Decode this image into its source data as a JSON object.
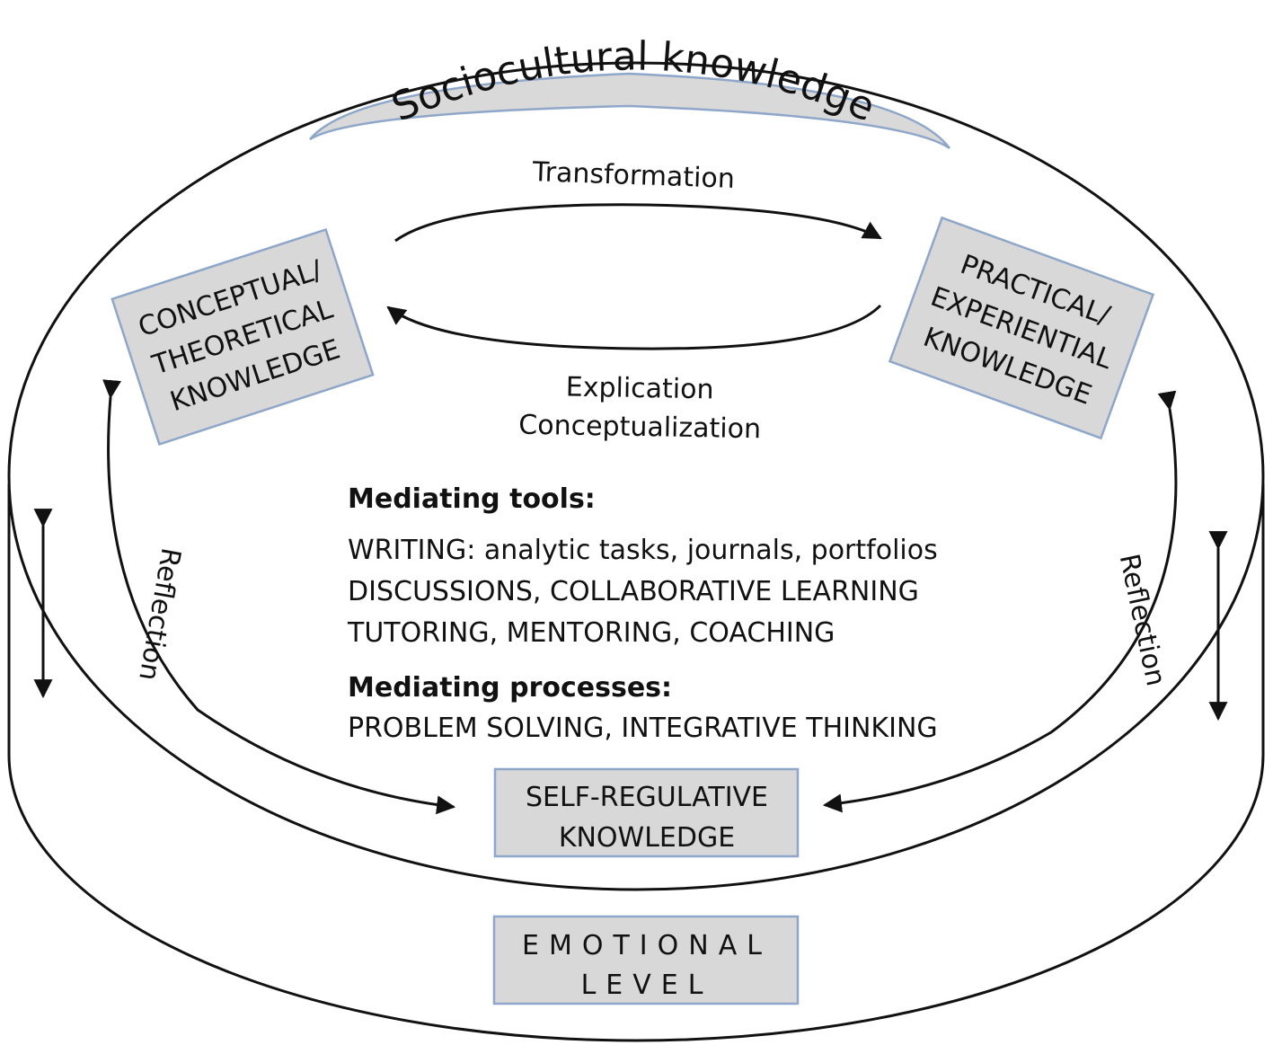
{
  "banner": {
    "text": "Sociocultural knowledge",
    "color": "#d9d9d9"
  },
  "arrows": {
    "top": "Transformation",
    "bottom_line1": "Explication",
    "bottom_line2": "Conceptualization",
    "left": "Reflection",
    "right": "Reflection"
  },
  "boxes": {
    "conceptual": [
      "CONCEPTUAL/",
      "THEORETICAL",
      "KNOWLEDGE"
    ],
    "practical": [
      "PRACTICAL/",
      "EXPERIENTIAL",
      "KNOWLEDGE"
    ],
    "self_regulative": [
      "SELF-REGULATIVE",
      "KNOWLEDGE"
    ],
    "emotional": [
      "EMOTIONAL",
      "LEVEL"
    ]
  },
  "mediating": {
    "tools_heading": "Mediating tools:",
    "tools": [
      "WRITING: analytic tasks, journals, portfolios",
      "DISCUSSIONS, COLLABORATIVE LEARNING",
      "TUTORING, MENTORING, COACHING"
    ],
    "processes_heading": "Mediating processes:",
    "processes": "PROBLEM SOLVING, INTEGRATIVE THINKING"
  },
  "colors": {
    "box_fill": "#d8d8d8",
    "box_border": "#8ea6c9",
    "line": "#111111"
  }
}
